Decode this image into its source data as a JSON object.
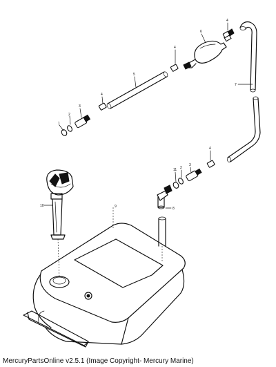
{
  "diagram": {
    "callouts": [
      {
        "id": "c1",
        "text": "1"
      },
      {
        "id": "c2",
        "text": "2"
      },
      {
        "id": "c3",
        "text": "3"
      },
      {
        "id": "c4a",
        "text": "4"
      },
      {
        "id": "c5",
        "text": "5"
      },
      {
        "id": "c4b",
        "text": "4"
      },
      {
        "id": "c6",
        "text": "6"
      },
      {
        "id": "c4c",
        "text": "4"
      },
      {
        "id": "c7",
        "text": "7"
      },
      {
        "id": "c4d",
        "text": "4"
      },
      {
        "id": "c3b",
        "text": "3"
      },
      {
        "id": "c2b",
        "text": "2"
      },
      {
        "id": "c11",
        "text": "11"
      },
      {
        "id": "c8",
        "text": "8"
      },
      {
        "id": "c9",
        "text": "9"
      },
      {
        "id": "c10",
        "text": "10"
      }
    ]
  },
  "footer": {
    "caption": "MercuryPartsOnline v2.5.1 (Image Copyright- Mercury Marine)"
  }
}
